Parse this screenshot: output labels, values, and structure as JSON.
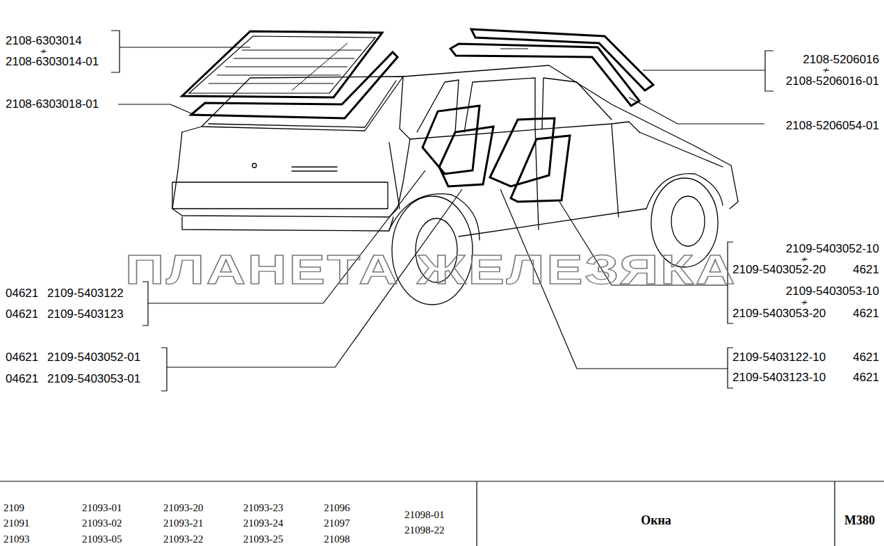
{
  "diagram": {
    "title": "Окна",
    "labels": [
      "2108-6303014",
      "≁",
      "2108-6303014-01",
      "2108-6303018-01",
      "2108-5206016",
      "≁",
      "2108-5206016-01",
      "2108-5206054-01",
      "2109-5403052-10",
      "≁",
      "2109-5403052-20",
      "4621",
      "2109-5403053-10",
      "≁",
      "2109-5403053-20",
      "4621",
      "04621",
      "2109-5403122",
      "04621",
      "2109-5403123",
      "04621",
      "2109-5403052-01",
      "04621",
      "2109-5403053-01",
      "2109-5403122-10",
      "4621",
      "2109-5403123-10",
      "4621",
      "ПЛАНЕТА ЖЕЛЕЗЯКА",
      "2109",
      "21091",
      "21093",
      "21093-01",
      "21093-02",
      "21093-05",
      "21093-20",
      "21093-21",
      "21093-22",
      "21093-23",
      "21093-24",
      "21093-25",
      "21096",
      "21097",
      "21098",
      "21098-01",
      "21098-22",
      "M380"
    ]
  }
}
